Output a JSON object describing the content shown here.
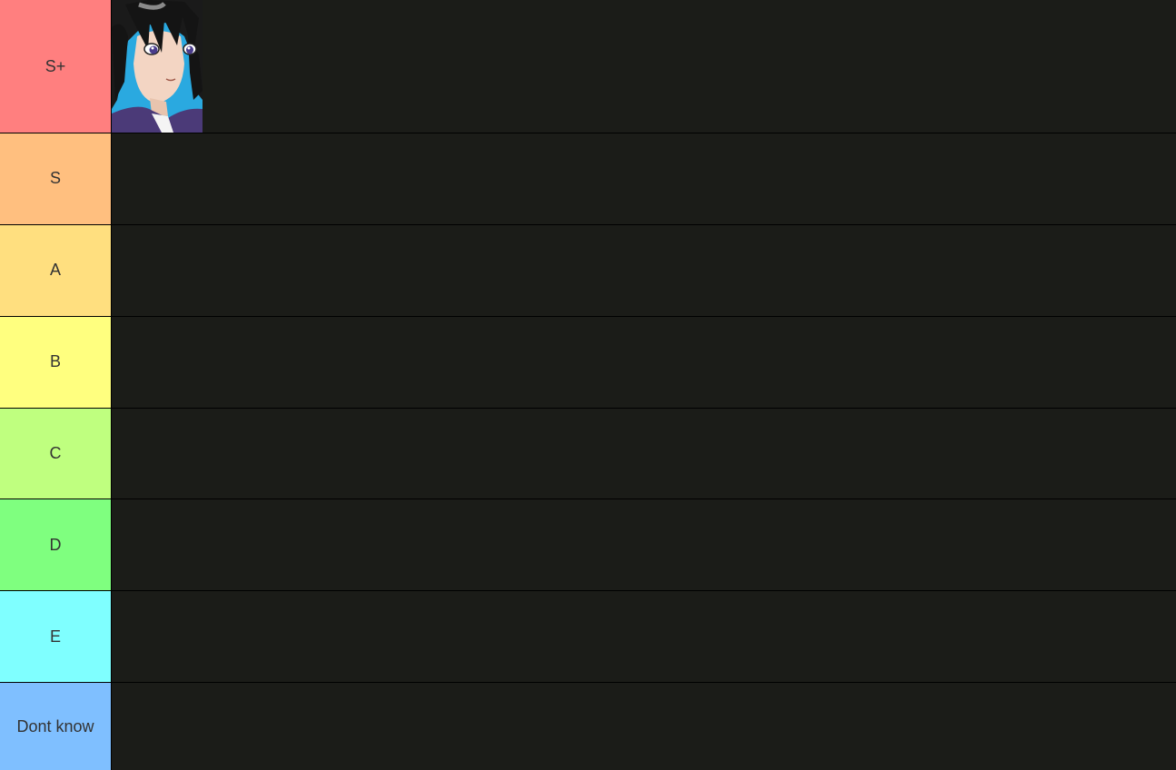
{
  "tiers": [
    {
      "label": "S+",
      "color": "#ff7f7f"
    },
    {
      "label": "S",
      "color": "#ffbf7f"
    },
    {
      "label": "A",
      "color": "#ffdf7f"
    },
    {
      "label": "B",
      "color": "#ffff7f"
    },
    {
      "label": "C",
      "color": "#bfff7f"
    },
    {
      "label": "D",
      "color": "#7fff7f"
    },
    {
      "label": "E",
      "color": "#7fffff"
    },
    {
      "label": "Dont know",
      "color": "#7fbfff"
    }
  ],
  "items": [
    {
      "tier": "S+",
      "icon": "anime-character-portrait"
    }
  ]
}
